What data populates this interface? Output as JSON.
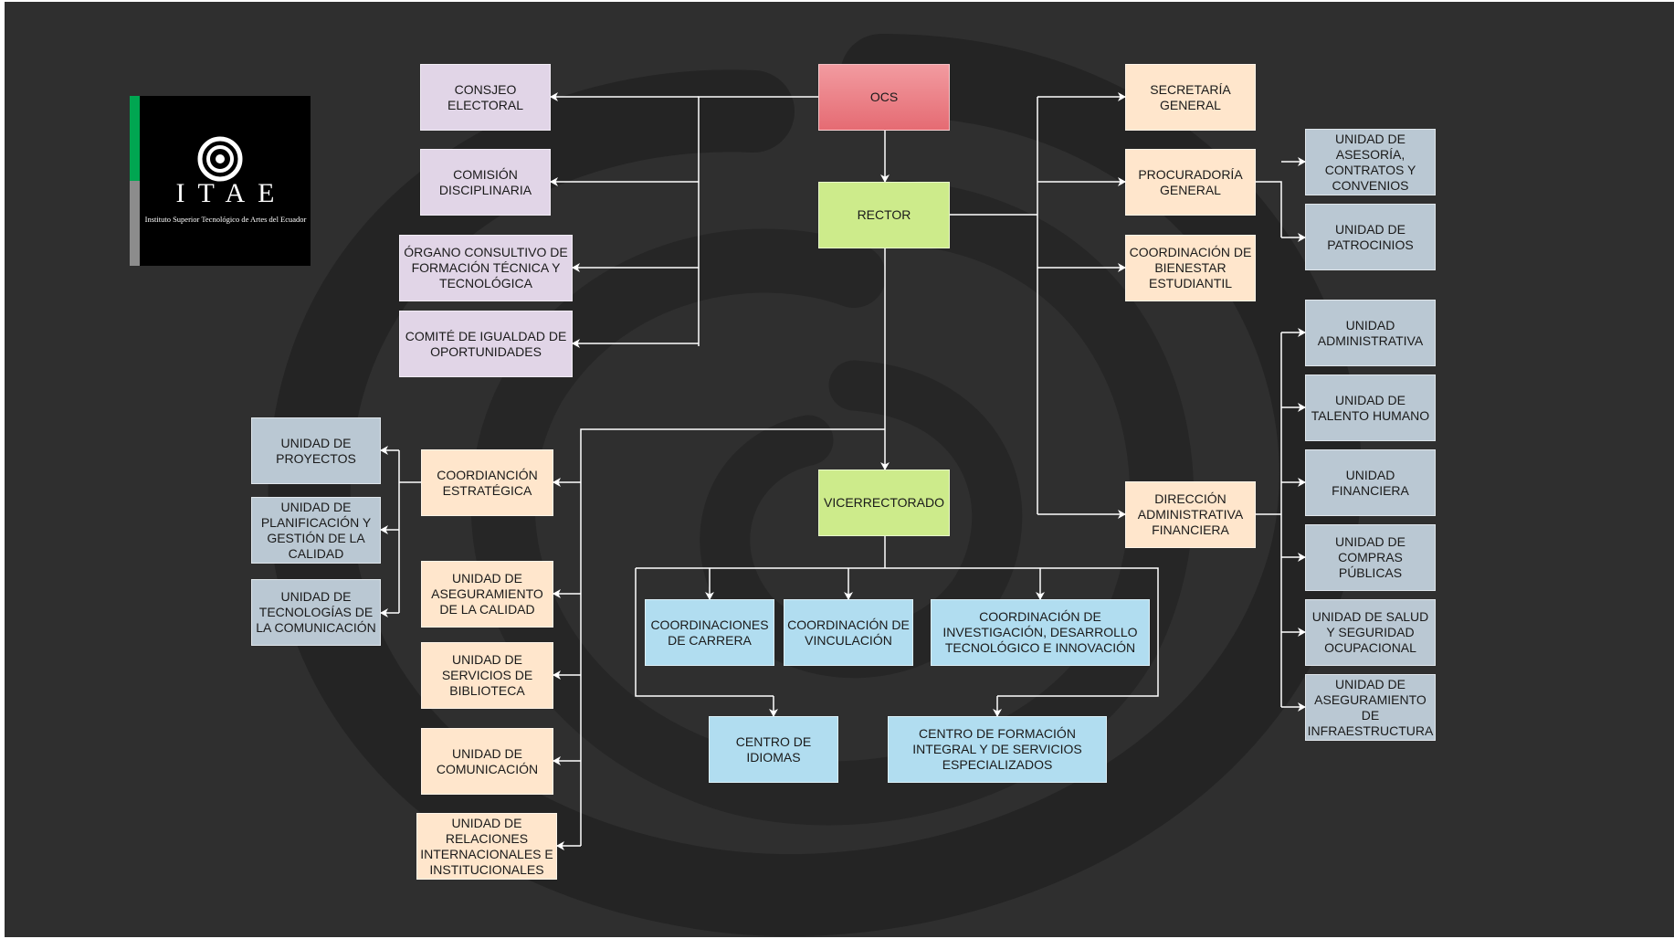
{
  "logo": {
    "wordmark": "ITAE",
    "subtitle": "Instituto Superior Tecnológico\nde Artes del Ecuador"
  },
  "colors": {
    "background": "#2f2f2f",
    "connector": "#ffffff",
    "lavender": "#e1d5e7",
    "peach": "#ffe6cc",
    "red": "#ea6b66",
    "green": "#cdeb8b",
    "blue": "#b1ddf0",
    "grey": "#bac8d3",
    "logo_green": "#00a651"
  },
  "nodes": {
    "ocs": "OCS",
    "rector": "RECTOR",
    "vicerrectorado": "VICERRECTORADO",
    "consejo_electoral": "CONSJEO\nELECTORAL",
    "comision_disciplinaria": "COMISIÓN\nDISCIPLINARIA",
    "organo_consultivo": "ÓRGANO CONSULTIVO DE\nFORMACIÓN TÉCNICA Y\nTECNOLÓGICA",
    "comite_igualdad": "COMITÉ DE IGUALDAD DE\nOPORTUNIDADES",
    "secretaria_general": "SECRETARÍA\nGENERAL",
    "procuraduria_general": "PROCURADORÍA\nGENERAL",
    "coord_bienestar": "COORDINACIÓN DE\nBIENESTAR\nESTUDIANTIL",
    "direccion_admin": "DIRECCIÓN\nADMINISTRATIVA\nFINANCIERA",
    "unidad_asesoria": "UNIDAD DE\nASESORÍA,\nCONTRATOS Y\nCONVENIOS",
    "unidad_patrocinios": "UNIDAD DE\nPATROCINIOS",
    "unidad_administrativa": "UNIDAD\nADMINISTRATIVA",
    "unidad_talento": "UNIDAD DE\nTALENTO HUMANO",
    "unidad_financiera": "UNIDAD\nFINANCIERA",
    "unidad_compras": "UNIDAD DE\nCOMPRAS\nPÚBLICAS",
    "unidad_salud": "UNIDAD DE SALUD\nY SEGURIDAD\nOCUPACIONAL",
    "unidad_infraestructura": "UNIDAD DE\nASEGURAMIENTO\nDE\nINFRAESTRUCTURA",
    "coord_estrategica": "COORDIANCIÓN\nESTRATÉGICA",
    "unidad_aseg_calidad": "UNIDAD DE\nASEGURAMIENTO\nDE LA CALIDAD",
    "unidad_biblioteca": "UNIDAD DE\nSERVICIOS DE\nBIBLIOTECA",
    "unidad_comunicacion": "UNIDAD DE\nCOMUNICACIÓN",
    "unidad_relaciones": "UNIDAD DE\nRELACIONES\nINTERNACIONALES E\nINSTITUCIONALES",
    "unidad_proyectos": "UNIDAD DE\nPROYECTOS",
    "unidad_planificacion": "UNIDAD DE\nPLANIFICACIÓN Y\nGESTIÓN DE LA\nCALIDAD",
    "unidad_tecnologias": "UNIDAD DE\nTECNOLOGÍAS DE\nLA COMUNICACIÓN",
    "coord_carrera": "COORDINACIONES\nDE CARRERA",
    "coord_vinculacion": "COORDINACIÓN DE\nVINCULACIÓN",
    "coord_investigacion": "COORDINACIÓN DE\nINVESTIGACIÓN, DESARROLLO\nTECNOLÓGICO E INNOVACIÓN",
    "centro_idiomas": "CENTRO DE\nIDIOMAS",
    "centro_formacion": "CENTRO DE FORMACIÓN\nINTEGRAL Y DE SERVICIOS\nESPECIALIZADOS"
  }
}
